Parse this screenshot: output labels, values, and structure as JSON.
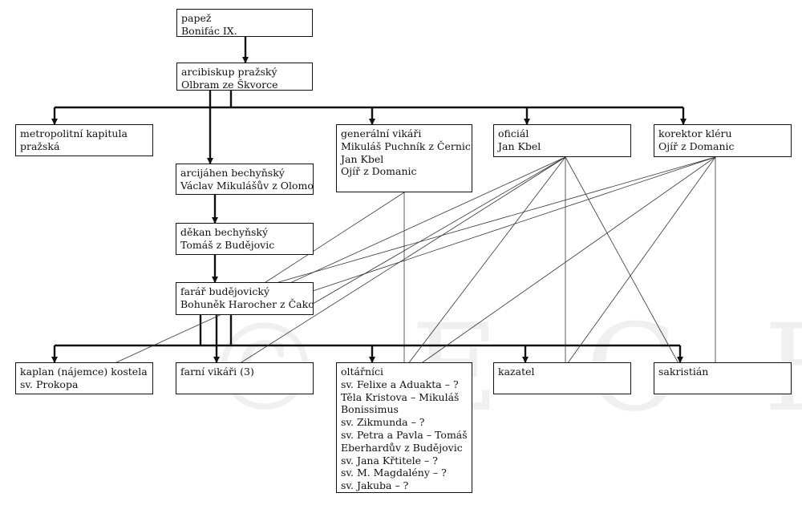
{
  "watermark": "© E C B",
  "nodes": {
    "pope": [
      "papež",
      "Bonifác IX."
    ],
    "archbishop": [
      "arcibiskup pražský",
      "Olbram ze Škvorce"
    ],
    "chapter": [
      "metropolitní kapitula",
      "pražská"
    ],
    "vicars_general": [
      "generální vikáři",
      "Mikuláš Puchník z Černic",
      "Jan Kbel",
      "Ojíř z Domanic"
    ],
    "official": [
      "oficiál",
      "Jan Kbel"
    ],
    "corrector": [
      "korektor kléru",
      "Ojíř z Domanic"
    ],
    "archdeacon": [
      "arcijáhen bechyňský",
      "Václav Mikulášův z Olomouce"
    ],
    "dean": [
      "děkan bechyňský",
      "Tomáš z Budějovic"
    ],
    "parish_priest": [
      "farář budějovický",
      "Bohuněk Harocher z Čakova"
    ],
    "chaplain": [
      "kaplan (nájemce) kostela",
      "sv. Prokopa"
    ],
    "parish_vicars": [
      "farní vikáři (3)"
    ],
    "altarists": [
      "oltářníci",
      "sv. Felixe a Aduakta – ?",
      "Těla Kristova – Mikuláš",
      "Bonissimus",
      "sv. Zikmunda – ?",
      "sv. Petra a Pavla – Tomáš",
      "Eberhardův z Budějovic",
      "sv. Jana Křtitele – ?",
      "sv. M. Magdalény – ?",
      "sv. Jakuba – ?"
    ],
    "preacher": [
      "kazatel"
    ],
    "sacristan": [
      "sakristián"
    ]
  }
}
